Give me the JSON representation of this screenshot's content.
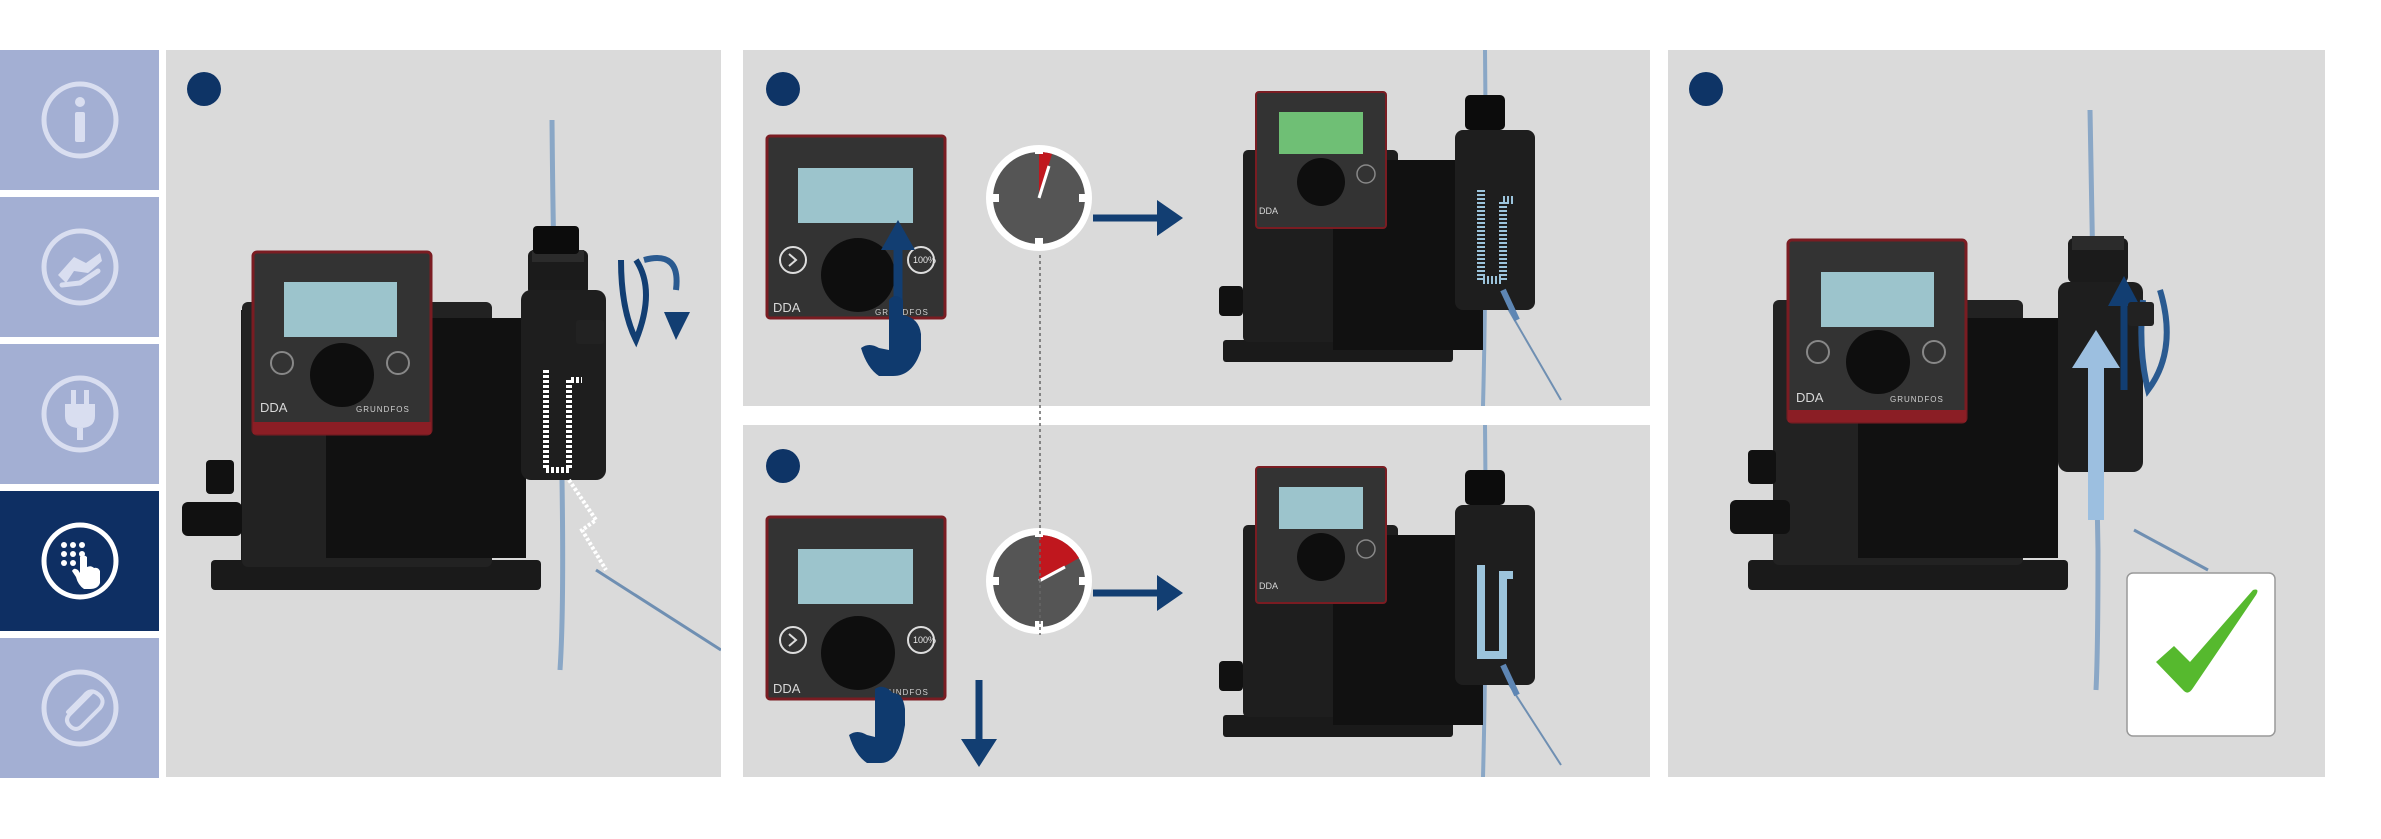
{
  "sidebar": {
    "items": [
      {
        "icon": "info-icon",
        "active": false
      },
      {
        "icon": "hand-safety-icon",
        "active": false
      },
      {
        "icon": "power-plug-icon",
        "active": false
      },
      {
        "icon": "keypad-touch-icon",
        "active": true
      },
      {
        "icon": "paperclip-icon",
        "active": false
      }
    ]
  },
  "pump": {
    "model_label": "DDA",
    "brand_label": "GRUNDFOS",
    "button_100": "100%"
  },
  "colors": {
    "sidebar_inactive": "#a3afd3",
    "sidebar_active": "#0e2f63",
    "panel": "#dadada",
    "step_dot": "#0e3466",
    "arrow": "#123e72",
    "check": "#56b92e",
    "clock_red": "#c0171e"
  }
}
